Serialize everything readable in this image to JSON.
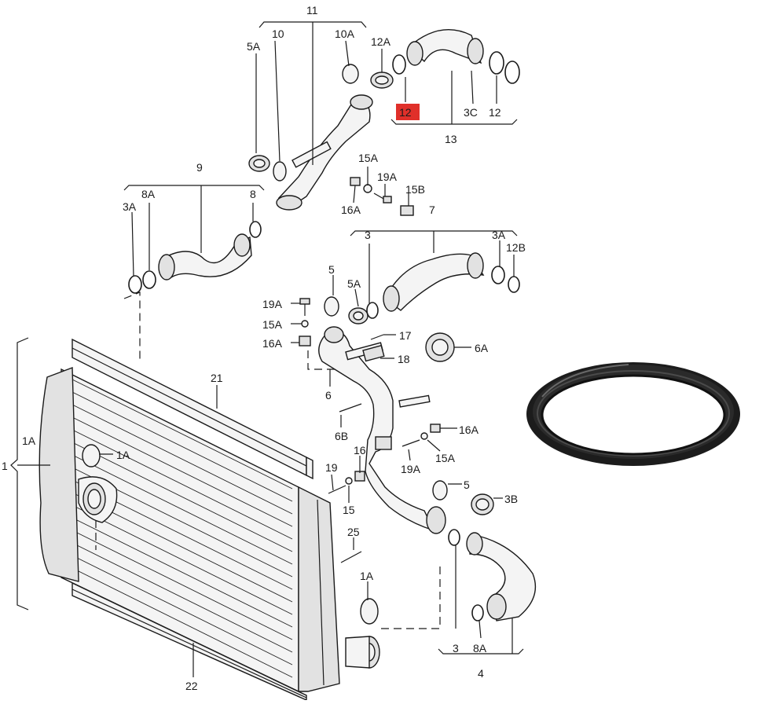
{
  "diagram": {
    "callouts": {
      "c11": "11",
      "c10": "10",
      "c10A": "10A",
      "c12A": "12A",
      "c5A_top": "5A",
      "c12_red": "12",
      "c3C": "3C",
      "c12_r": "12",
      "c13": "13",
      "c15A_t": "15A",
      "c19A_t": "19A",
      "c15B": "15B",
      "c16A_t": "16A",
      "c9": "9",
      "c8A_l": "8A",
      "c3A_l": "3A",
      "c8_l": "8",
      "c7": "7",
      "c3_mid": "3",
      "c3A_r": "3A",
      "c12B": "12B",
      "c5_mid": "5",
      "c5A_mid": "5A",
      "c19A_l": "19A",
      "c15A_l": "15A",
      "c16A_l": "16A",
      "c17": "17",
      "c18": "18",
      "c6A": "6A",
      "c6": "6",
      "c6B": "6B",
      "c16A_r": "16A",
      "c15A_r": "15A",
      "c19A_r": "19A",
      "c16": "16",
      "c19": "19",
      "c15": "15",
      "c5_low": "5",
      "c3B": "3B",
      "c21": "21",
      "c1A_brace": "1A",
      "c1A_inner": "1A",
      "c1": "1",
      "c25": "25",
      "c1A_low": "1A",
      "c3_low": "3",
      "c8A_low": "8A",
      "c4": "4",
      "c22": "22"
    },
    "highlight_color": "#e0302a"
  }
}
